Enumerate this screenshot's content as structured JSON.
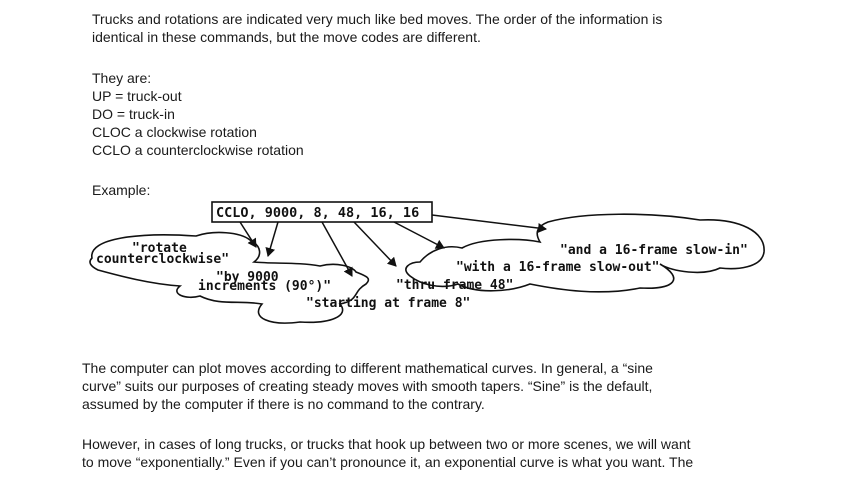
{
  "intro": {
    "line1": "Trucks and rotations are indicated very much like bed moves. The order of the information is",
    "line2": "identical in these commands, but the move codes are different."
  },
  "codes": {
    "heading": "They are:",
    "items": [
      "UP = truck-out",
      "DO = truck-in",
      "CLOC a clockwise rotation",
      "CCLO a counterclockwise rotation"
    ]
  },
  "example": {
    "label": "Example:",
    "command": "CCLO, 9000, 8, 48, 16, 16",
    "bubbles": {
      "rotate_1": "\"rotate",
      "rotate_2": "counterclockwise\"",
      "by_1": "\"by 9000",
      "by_2": "increments (90°)\"",
      "starting": "\"starting at frame 8\"",
      "thru": "\"thru frame 48\"",
      "slow_out": "\"with a 16-frame slow-out\"",
      "slow_in": "\"and a 16-frame slow-in\""
    }
  },
  "curves": {
    "line1": "The computer can plot moves according to different mathematical curves. In general, a “sine",
    "line2": "curve” suits our purposes of creating steady moves with smooth tapers. “Sine” is the default,",
    "line3": "assumed by the computer if there is no command to the contrary."
  },
  "exponential": {
    "line1": "However, in cases of long trucks, or trucks that hook up between two or more scenes, we will want",
    "line2": "to move “exponentially.” Even if you can’t pronounce it, an exponential curve is what you want. The"
  }
}
